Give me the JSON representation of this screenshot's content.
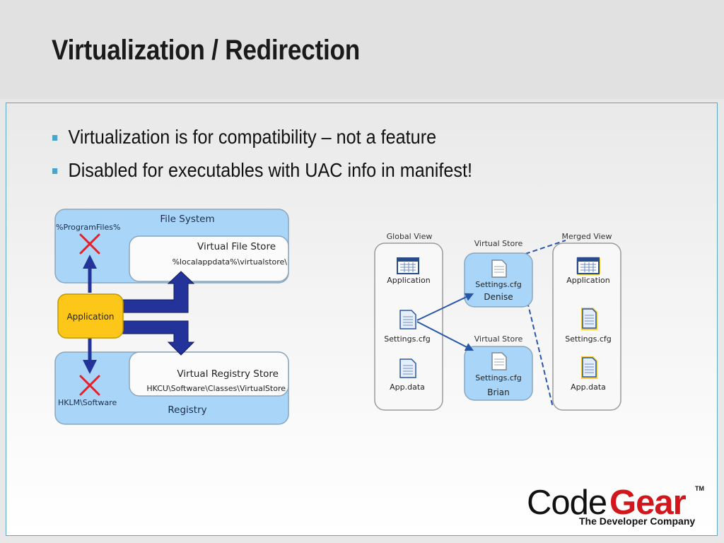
{
  "slide": {
    "title": "Virtualization / Redirection",
    "bullets": [
      "Virtualization is for compatibility – not a feature",
      "Disabled for executables with UAC info in manifest!"
    ]
  },
  "left_diagram": {
    "file_system_label": "File System",
    "program_files_label": "%ProgramFiles%",
    "virtual_file_store_label": "Virtual File Store",
    "virtual_file_store_path": "%localappdata%\\virtualstore\\",
    "application_label": "Application",
    "virtual_registry_store_label": "Virtual Registry Store",
    "virtual_registry_store_path": "HKCU\\Software\\Classes\\VirtualStore",
    "hklm_label": "HKLM\\Software",
    "registry_label": "Registry"
  },
  "right_diagram": {
    "global_view_label": "Global View",
    "global_items": [
      "Application",
      "Settings.cfg",
      "App.data"
    ],
    "virtual_store_1_label": "Virtual Store",
    "virtual_store_1_file": "Settings.cfg",
    "virtual_store_1_user": "Denise",
    "virtual_store_2_label": "Virtual Store",
    "virtual_store_2_file": "Settings.cfg",
    "virtual_store_2_user": "Brian",
    "merged_view_label": "Merged View",
    "merged_items": [
      "Application",
      "Settings.cfg",
      "App.data"
    ]
  },
  "logo": {
    "code": "Code",
    "gear": "Gear",
    "tm": "TM",
    "tagline": "The Developer Company"
  },
  "colors": {
    "accent_blue": "#4aa6c9",
    "store_fill": "#a9d6f8",
    "application_fill": "#fcc719",
    "arrow_navy": "#24339a",
    "x_red": "#e5202a",
    "logo_red": "#d1161c"
  }
}
